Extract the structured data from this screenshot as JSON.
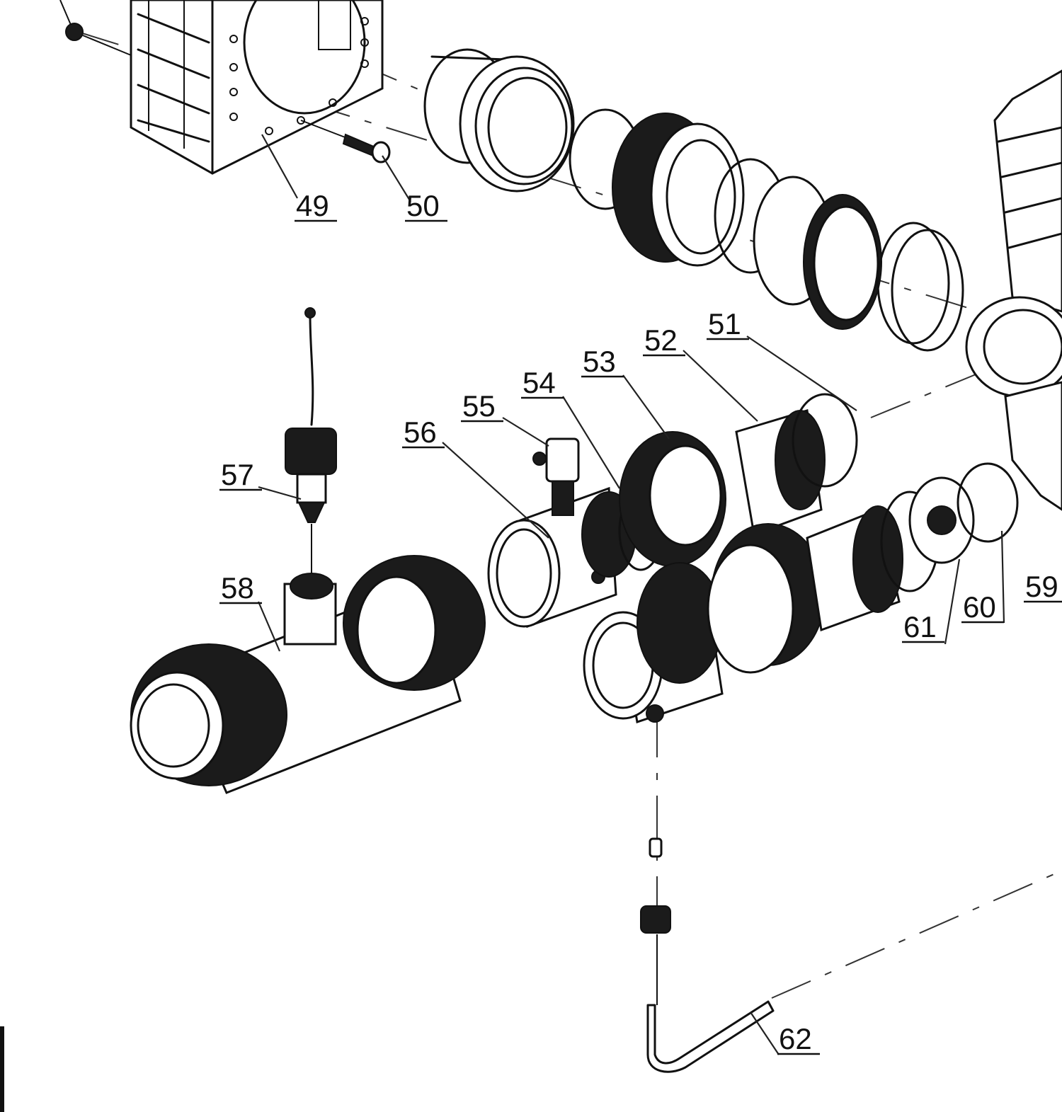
{
  "callouts": [
    {
      "id": "49",
      "label": "49"
    },
    {
      "id": "50",
      "label": "50"
    },
    {
      "id": "51",
      "label": "51"
    },
    {
      "id": "52",
      "label": "52"
    },
    {
      "id": "53",
      "label": "53"
    },
    {
      "id": "54",
      "label": "54"
    },
    {
      "id": "55",
      "label": "55"
    },
    {
      "id": "56",
      "label": "56"
    },
    {
      "id": "57",
      "label": "57"
    },
    {
      "id": "58",
      "label": "58"
    },
    {
      "id": "59",
      "label": "59"
    },
    {
      "id": "60",
      "label": "60"
    },
    {
      "id": "61",
      "label": "61"
    },
    {
      "id": "62",
      "label": "62"
    }
  ]
}
